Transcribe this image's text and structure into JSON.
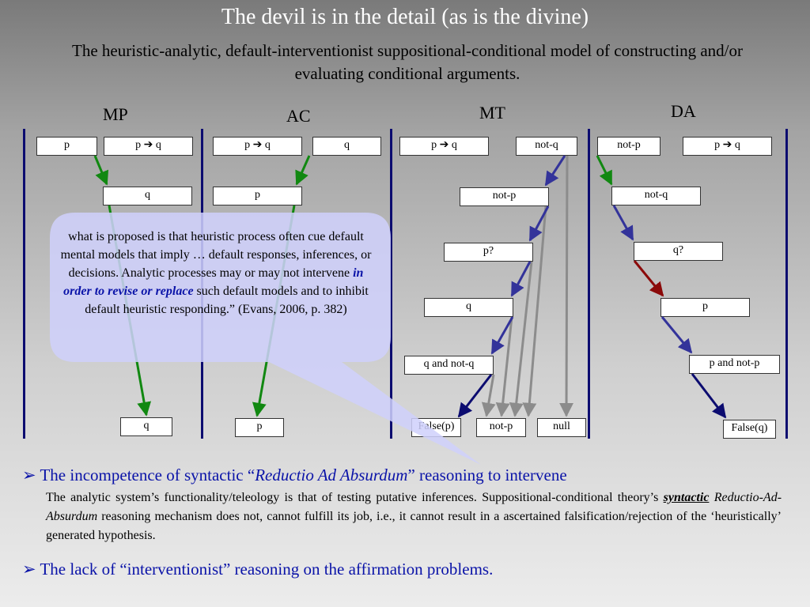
{
  "title": "The devil is in the detail (as is the divine)",
  "subtitle": "The heuristic-analytic, default-interventionist suppositional-conditional model of constructing and/or evaluating conditional arguments.",
  "columns": {
    "mp": "MP",
    "ac": "AC",
    "mt": "MT",
    "da": "DA"
  },
  "boxes": {
    "mp_p": "p",
    "mp_pq": "p ➔ q",
    "mp_q": "q",
    "mp_concl": "q",
    "ac_pq": "p ➔ q",
    "ac_q": "q",
    "ac_p": "p",
    "ac_concl": "p",
    "mt_pq": "p ➔ q",
    "mt_notq": "not-q",
    "mt_notp": "not-p",
    "mt_pq2": "p?",
    "mt_q": "q",
    "mt_qnotq": "q and not-q",
    "mt_falsep": "False(p)",
    "mt_notp2": "not-p",
    "mt_null": "null",
    "da_notp": "not-p",
    "da_pq": "p ➔ q",
    "da_notq": "not-q",
    "da_qq": "q?",
    "da_p": "p",
    "da_pnotp": "p and not-p",
    "da_falseq": "False(q)"
  },
  "callout": {
    "part1": "what is proposed is that heuristic process often cue default mental models that imply … default responses, inferences, or decisions. Analytic processes may or may not intervene ",
    "emphasis": "in order to revise or replace",
    "part2": " such default models and to inhibit default heuristic responding.” (Evans, 2006, p. 382)"
  },
  "bullet1": {
    "marker": "➢",
    "pre": " The incompetence of  syntactic “",
    "italic": "Reductio Ad Absurdum",
    "post": "” reasoning to intervene"
  },
  "paragraph": {
    "part1": "The analytic system’s functionality/teleology is that of testing putative inferences. Suppositional-conditional theory’s ",
    "syntactic": "syntactic",
    "space": " ",
    "italic": "Reductio-Ad-Absurdum",
    "part2": " reasoning mechanism does not, cannot fulfill its job, i.e., it cannot result in a ascertained falsification/rejection of the ‘heuristically’ generated hypothesis."
  },
  "bullet2": {
    "marker": "➢",
    "text": " The lack of “interventionist” reasoning on the affirmation problems."
  },
  "colors": {
    "green": "#118811",
    "blue": "#33339a",
    "gray": "#8c8c8c",
    "red": "#8b0a0a",
    "callout": "#cfd0fb"
  }
}
